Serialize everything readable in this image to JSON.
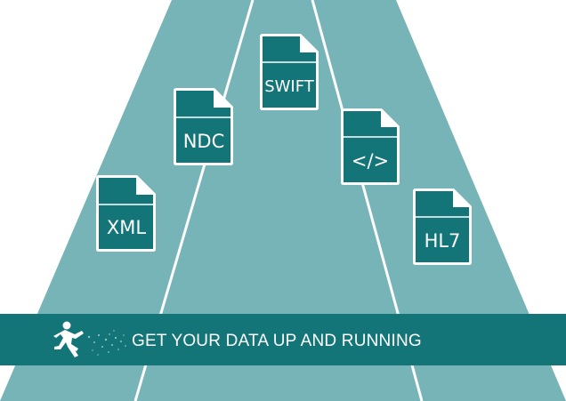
{
  "colors": {
    "track": "#77b4b7",
    "doc": "#137578",
    "banner": "#137578",
    "lane_line": "#ffffff",
    "text": "#ffffff"
  },
  "documents": [
    {
      "label": "SWIFT",
      "icon": "document-icon"
    },
    {
      "label": "NDC",
      "icon": "document-icon"
    },
    {
      "label": "</>",
      "icon": "code-document-icon"
    },
    {
      "label": "XML",
      "icon": "document-icon"
    },
    {
      "label": "HL7",
      "icon": "document-icon"
    }
  ],
  "banner": {
    "text": "GET YOUR DATA UP AND RUNNING",
    "icon": "runner-icon"
  }
}
